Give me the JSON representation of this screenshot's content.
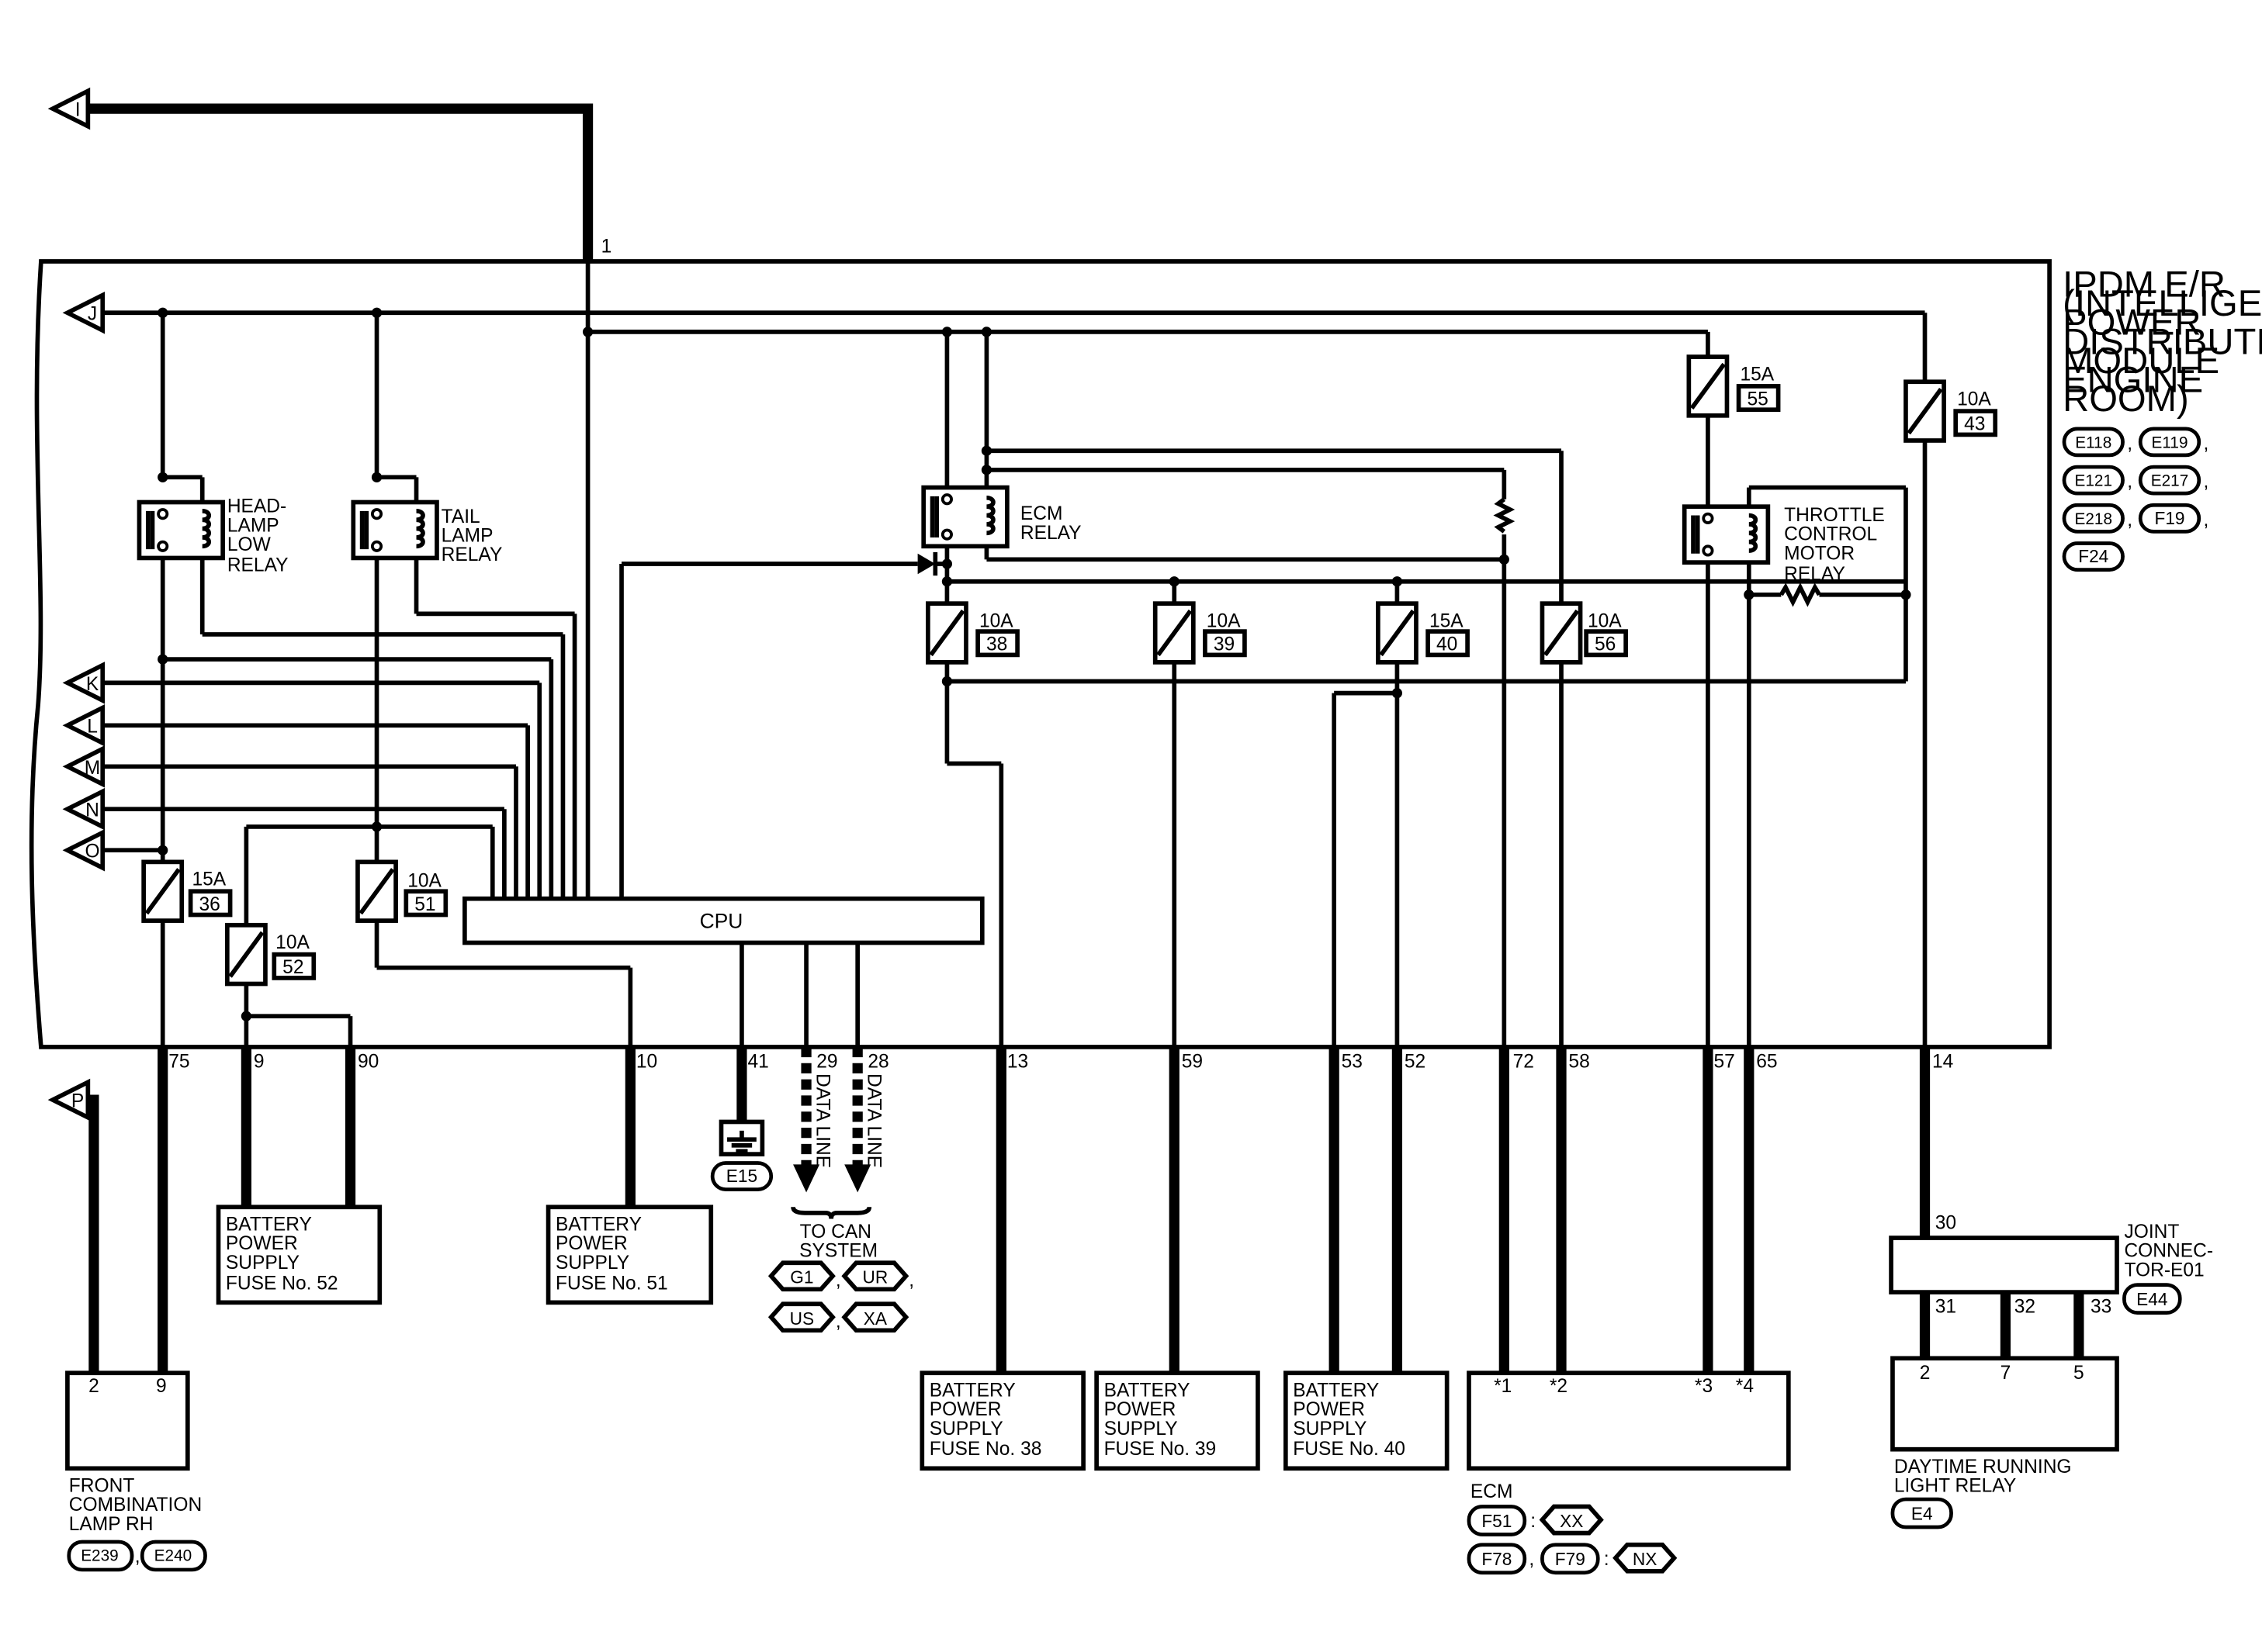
{
  "module": {
    "title_lines": [
      "IPDM E/R",
      "(INTELLIGENT",
      "POWER",
      "DISTRIBUTION",
      "MODULE",
      "ENGINE",
      "ROOM)"
    ],
    "connectors": [
      "E118",
      "E119",
      "E121",
      "E217",
      "E218",
      "F19",
      "F24"
    ]
  },
  "offpage": {
    "I": "I",
    "J": "J",
    "K": "K",
    "L": "L",
    "M": "M",
    "N": "N",
    "O": "O",
    "P": "P"
  },
  "pins": {
    "p1": "1",
    "p75": "75",
    "p9": "9",
    "p90": "90",
    "p10": "10",
    "p41": "41",
    "p29": "29",
    "p28": "28",
    "p13": "13",
    "p59": "59",
    "p53": "53",
    "p52": "52",
    "p72": "72",
    "p58": "58",
    "p57": "57",
    "p65": "65",
    "p14": "14"
  },
  "relays": {
    "headlamp": [
      "HEAD-",
      "LAMP",
      "LOW",
      "RELAY"
    ],
    "tail": [
      "TAIL",
      "LAMP",
      "RELAY"
    ],
    "ecm": [
      "ECM",
      "RELAY"
    ],
    "throttle": [
      "THROTTLE",
      "CONTROL",
      "MOTOR",
      "RELAY"
    ]
  },
  "fuses": {
    "f36": {
      "rating": "15A",
      "number": "36"
    },
    "f52": {
      "rating": "10A",
      "number": "52"
    },
    "f51": {
      "rating": "10A",
      "number": "51"
    },
    "f38": {
      "rating": "10A",
      "number": "38"
    },
    "f39": {
      "rating": "10A",
      "number": "39"
    },
    "f40": {
      "rating": "15A",
      "number": "40"
    },
    "f56": {
      "rating": "10A",
      "number": "56"
    },
    "f55": {
      "rating": "15A",
      "number": "55"
    },
    "f43": {
      "rating": "10A",
      "number": "43"
    }
  },
  "cpu_label": "CPU",
  "ground": {
    "connector": "E15"
  },
  "data_lines": {
    "left": "DATA LINE",
    "right": "DATA LINE"
  },
  "can": {
    "label_lines": [
      "TO CAN",
      "SYSTEM"
    ],
    "codes": [
      "G1",
      "UR",
      "US",
      "XA"
    ]
  },
  "battery_supplies": {
    "fuse52": [
      "BATTERY",
      "POWER",
      "SUPPLY",
      "FUSE No. 52"
    ],
    "fuse51": [
      "BATTERY",
      "POWER",
      "SUPPLY",
      "FUSE No. 51"
    ],
    "fuse38": [
      "BATTERY",
      "POWER",
      "SUPPLY",
      "FUSE No. 38"
    ],
    "fuse39": [
      "BATTERY",
      "POWER",
      "SUPPLY",
      "FUSE No. 39"
    ],
    "fuse40": [
      "BATTERY",
      "POWER",
      "SUPPLY",
      "FUSE No. 40"
    ]
  },
  "front_lamp": {
    "pins": [
      "2",
      "9"
    ],
    "label_lines": [
      "FRONT",
      "COMBINATION",
      "LAMP RH"
    ],
    "connectors": [
      "E239",
      "E240"
    ]
  },
  "ecm": {
    "pins": [
      "*1",
      "*2",
      "*3",
      "*4"
    ],
    "label": "ECM",
    "row1": {
      "connector": "F51",
      "code": "XX"
    },
    "row2": {
      "connectors": [
        "F78",
        "F79"
      ],
      "code": "NX"
    }
  },
  "joint": {
    "label_lines": [
      "JOINT",
      "CONNEC-",
      "TOR-E01"
    ],
    "connector": "E44",
    "pin_in": "30",
    "pins_out": [
      "31",
      "32",
      "33"
    ]
  },
  "drl": {
    "pins": [
      "2",
      "7",
      "5"
    ],
    "label_lines": [
      "DAYTIME RUNNING",
      "LIGHT RELAY"
    ],
    "connector": "E4"
  }
}
